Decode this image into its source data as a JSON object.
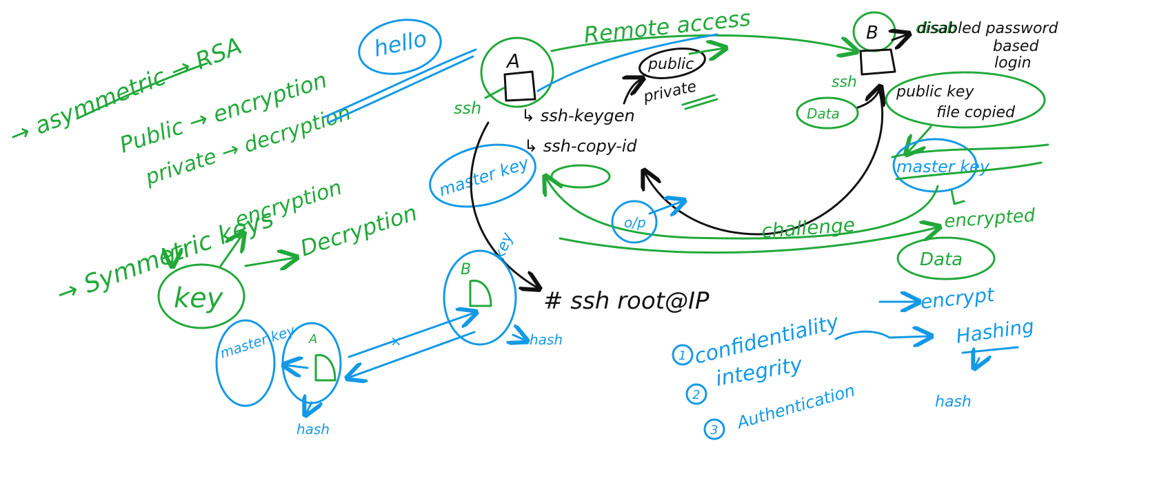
{
  "colors": {
    "green": "#22a83a",
    "blue": "#1499e6",
    "black": "#111111",
    "background": "#ffffff"
  },
  "left_notes": {
    "asymmetric": "→ asymmetric → RSA",
    "public_line": "Public → encryption",
    "private_line": "private → decryption",
    "hello": "hello",
    "symmetric": "→ Symmetric keys",
    "encryption": "encryption",
    "decryption": "Decryption",
    "key": "key"
  },
  "ssh_flow": {
    "remote_access": "Remote access",
    "client_label": "A",
    "server_label": "B",
    "ssh_left": "ssh",
    "ssh_right": "ssh",
    "keygen_cmd": "↳ ssh-keygen",
    "copy_id_cmd": "↳ ssh-copy-id",
    "public": "public",
    "private": "private",
    "disabled_line1": "disabled password",
    "disabled_line2": "based",
    "disabled_line3": "login",
    "data_left": "Data",
    "public_key_line1": "public key",
    "public_key_line2": "file copied",
    "master_key_left": "master key",
    "master_key_right": "master key",
    "challenge": "challenge",
    "of_label": "o/p",
    "encrypted": "encrypted",
    "data_bottom": "Data",
    "command": "# ssh root@IP"
  },
  "bottom_left": {
    "key_b": "B",
    "key_label": "key",
    "hash_right": "hash",
    "master_key": "master key",
    "key_a": "A",
    "hash_bottom": "hash",
    "cross_mark": "×"
  },
  "security_goals": {
    "item1_num": "1",
    "item1": "confidentiality",
    "item1_arrow_to": "encrypt",
    "item2_num": "2",
    "item2": "integrity",
    "item2_arrow_to": "Hashing",
    "hash": "hash",
    "item3_num": "3",
    "item3": "Authentication"
  }
}
